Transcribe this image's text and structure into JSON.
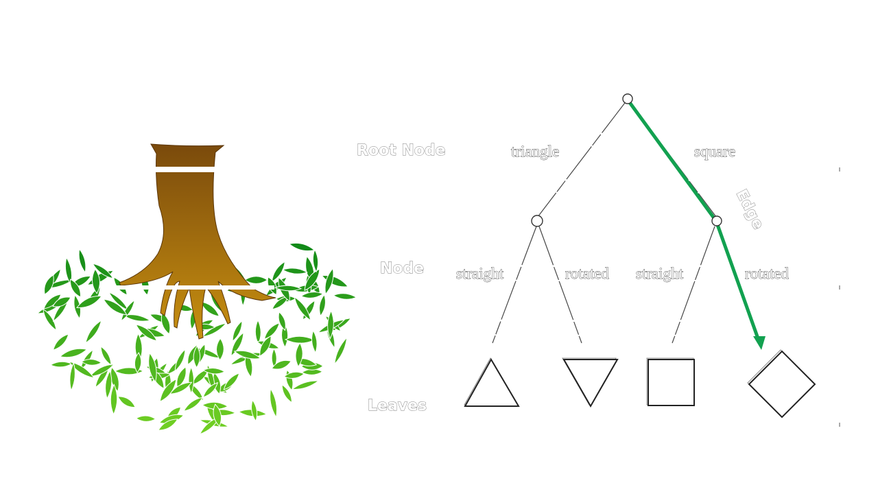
{
  "diagram": {
    "levels": {
      "root": "Root Node",
      "node": "Node",
      "leaves": "Leaves"
    },
    "edges": {
      "root_left": "triangle",
      "root_right": "square",
      "left_left": "straight",
      "left_right": "rotated",
      "right_left": "straight",
      "right_right": "rotated"
    },
    "highlight_label": "Edge",
    "leaves": [
      "triangle-up-icon",
      "triangle-down-icon",
      "square-icon",
      "diamond-icon"
    ],
    "colors": {
      "highlight_path": "#12a150",
      "trunk_top": "#7a4a0c",
      "trunk_bottom": "#c89010",
      "leaf_dark": "#118f18",
      "leaf_light": "#7ed321"
    }
  }
}
